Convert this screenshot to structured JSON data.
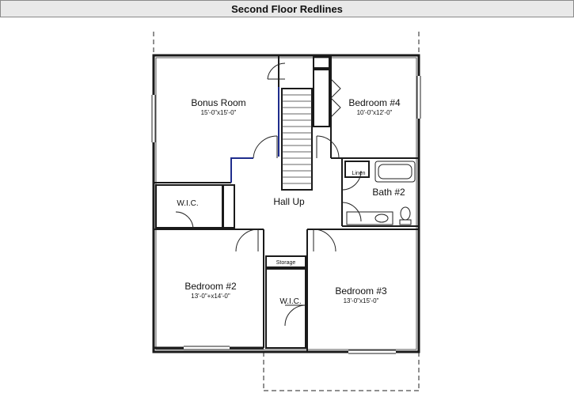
{
  "header": {
    "title": "Second Floor Redlines"
  },
  "rooms": {
    "bonus": {
      "name": "Bonus Room",
      "size": "15'-0\"x15'-0\""
    },
    "bed4": {
      "name": "Bedroom #4",
      "size": "10'-0\"x12'-0\""
    },
    "linen": {
      "name": "Linen"
    },
    "bath2": {
      "name": "Bath #2"
    },
    "hall": {
      "name": "Hall Up"
    },
    "wic1": {
      "name": "W.I.C."
    },
    "storage": {
      "name": "Storage"
    },
    "bed2": {
      "name": "Bedroom #2",
      "size": "13'-0\"+x14'-0\""
    },
    "wic2": {
      "name": "W.I.C."
    },
    "bed3": {
      "name": "Bedroom #3",
      "size": "13'-0\"x15'-0\""
    }
  },
  "colors": {
    "wall": "#1a1a1a",
    "redline": "#1f2d8c"
  }
}
